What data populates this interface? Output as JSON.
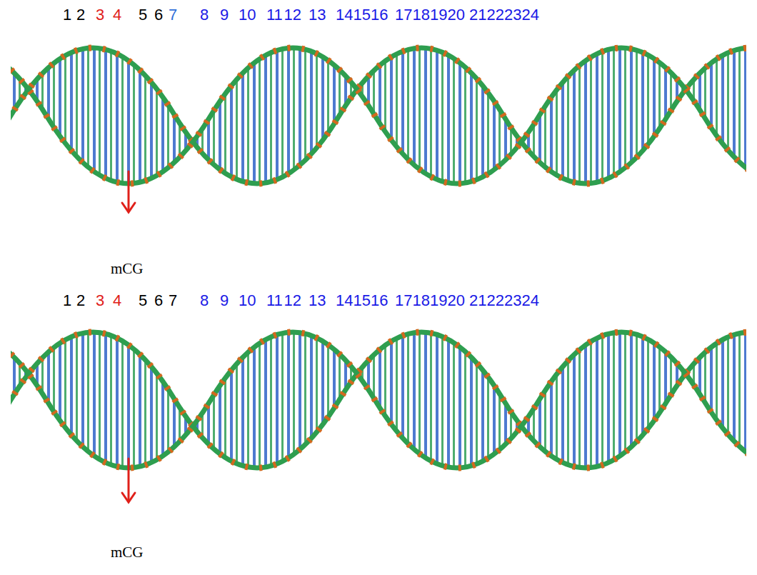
{
  "diagram": {
    "labels": [
      "1",
      "2",
      "3",
      "4",
      "5",
      "6",
      "7",
      "8",
      "9",
      "10",
      "11",
      "12",
      "13",
      "14",
      "15",
      "16",
      "17",
      "18",
      "19",
      "20",
      "21",
      "22",
      "23",
      "24",
      "mCG",
      "1",
      "2",
      "3",
      "4",
      "5",
      "6",
      "7",
      "8",
      "9",
      "10",
      "11",
      "12",
      "13",
      "14",
      "15",
      "16",
      "17",
      "18",
      "19",
      "20",
      "21",
      "22",
      "23",
      "24",
      "mCG"
    ]
  }
}
